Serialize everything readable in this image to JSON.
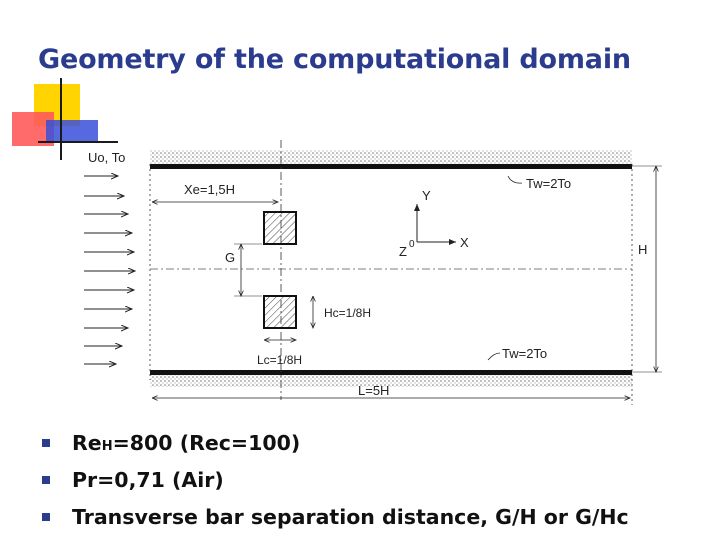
{
  "slide": {
    "title": "Geometry of the computational domain"
  },
  "diagram": {
    "inlet_label": "Uo, To",
    "entry_length": "Xe=1,5H",
    "wall_temp_top": "Tw=2To",
    "wall_temp_bottom": "Tw=2To",
    "axis_y": "Y",
    "axis_x": "X",
    "axis_z": "Z",
    "origin": "0",
    "gap_label": "G",
    "height_label": "H",
    "bar_height": "Hc=1/8H",
    "bar_length": "Lc=1/8H",
    "domain_length": "L=5H"
  },
  "bullets": [
    {
      "prefix": "Re",
      "sub": "H",
      "text": "=800 (Rec=100)"
    },
    {
      "text": "Pr=0,71 (Air)"
    },
    {
      "text": "Transverse bar separation distance, G/H or  G/Hc"
    }
  ]
}
